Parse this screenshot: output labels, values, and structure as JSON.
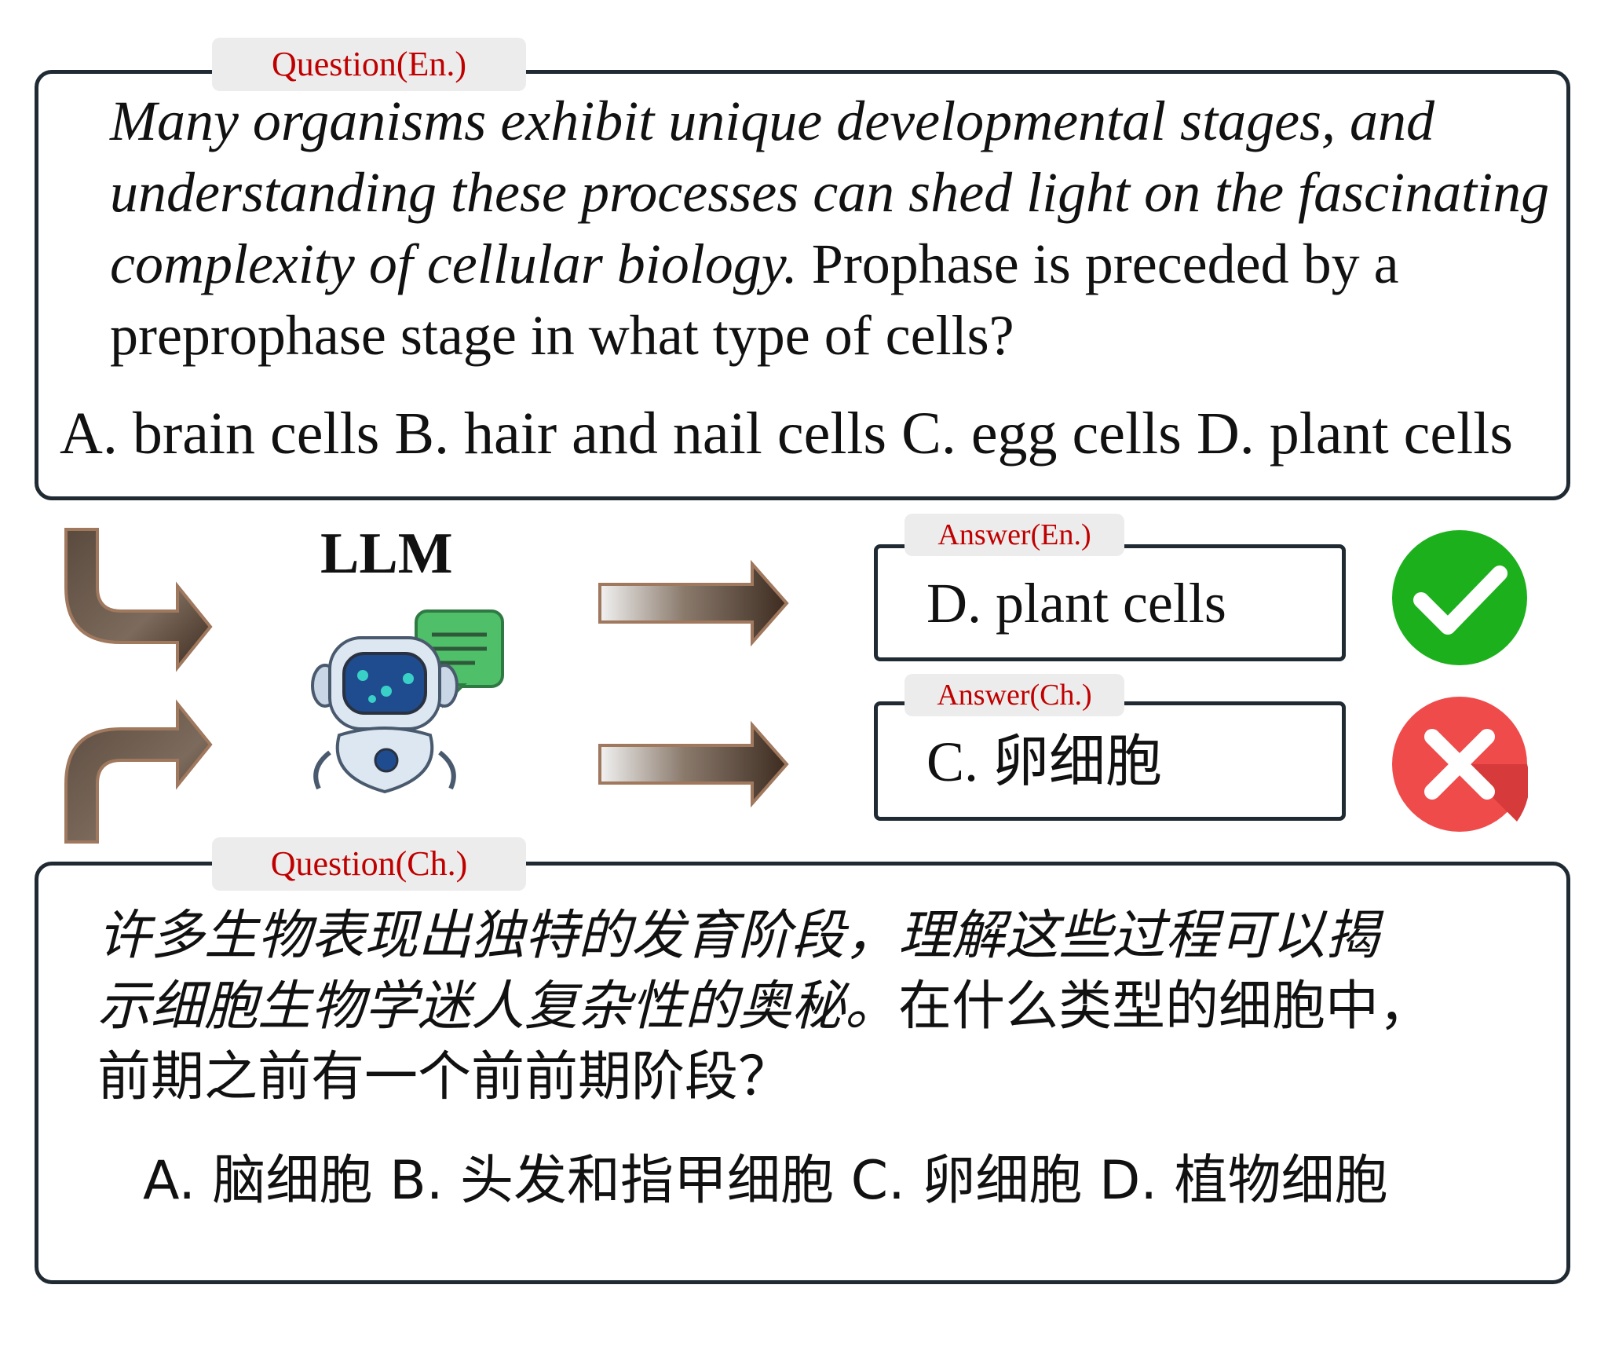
{
  "question_en": {
    "tag": "Question(En.)",
    "context_lines": [
      "Many organisms exhibit unique developmental stages, and",
      "understanding these processes can shed light on the fascinating",
      "complexity of cellular biology."
    ],
    "question_head": " Prophase is preceded by a",
    "question_tail": "preprophase stage in what type of cells?",
    "options": "A. brain cells B. hair and nail cells C. egg cells D. plant cells"
  },
  "llm": {
    "label": "LLM"
  },
  "answer_en": {
    "tag": "Answer(En.)",
    "text": "D. plant cells",
    "result": "correct",
    "result_color": "#1db01d"
  },
  "answer_ch": {
    "tag": "Answer(Ch.)",
    "text": "C. 卵细胞",
    "result": "incorrect",
    "result_color": "#ef4b4b"
  },
  "question_ch": {
    "tag": "Question(Ch.)",
    "context_line1": "许多生物表现出独特的发育阶段，理解这些过程可以揭",
    "context_line2": "示细胞生物学迷人复杂性的奥秘。",
    "question_line2": "在什么类型的细胞中，",
    "question_line3": "前期之前有一个前前期阶段？",
    "options": "A. 脑细胞 B. 头发和指甲细胞 C. 卵细胞 D. 植物细胞"
  },
  "colors": {
    "panel_border": "#1f2a33",
    "tag_text": "#c00000",
    "tag_background": "#ececec",
    "arrow_fill": "#6b5a4c",
    "arrow_outline": "#a0785e"
  }
}
